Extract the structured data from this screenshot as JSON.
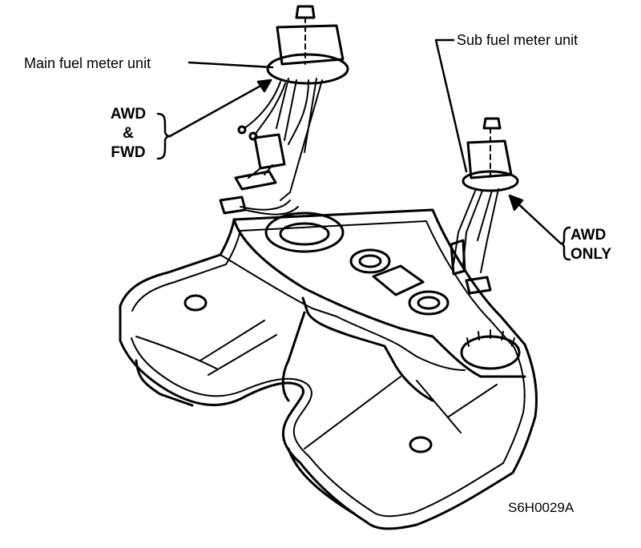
{
  "labels": {
    "main_unit": "Main fuel meter unit",
    "sub_unit": "Sub fuel meter unit",
    "awd_fwd_line1": "AWD",
    "awd_fwd_line2": "&",
    "awd_fwd_line3": "FWD",
    "awd_only_line1": "AWD",
    "awd_only_line2": "ONLY",
    "figure_code": "S6H0029A"
  },
  "colors": {
    "ink": "#000000",
    "paper": "#ffffff"
  }
}
